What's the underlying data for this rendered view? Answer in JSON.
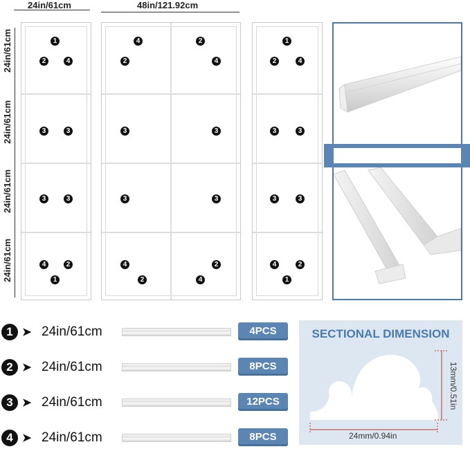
{
  "dimensions": {
    "top_left_width": "24in/61cm",
    "top_middle_width": "48in/121.92cm",
    "side_heights": [
      "24in/61cm",
      "24in/61cm",
      "24in/61cm",
      "24in/61cm"
    ]
  },
  "markers": {
    "one": "1",
    "two": "2",
    "three": "3",
    "four": "4"
  },
  "legend": [
    {
      "num": "1",
      "length": "24in/61cm",
      "qty": "4PCS"
    },
    {
      "num": "2",
      "length": "24in/61cm",
      "qty": "8PCS"
    },
    {
      "num": "3",
      "length": "24in/61cm",
      "qty": "12PCS"
    },
    {
      "num": "4",
      "length": "24in/61cm",
      "qty": "8PCS"
    }
  ],
  "section": {
    "title": "SECTIONAL DIMENSION",
    "height_label": "13mm/0.51in",
    "width_label": "24mm/0.94in"
  },
  "colors": {
    "accent": "#5b86b3",
    "panel_bg": "#dce7f1",
    "frame_border": "#4f77a3"
  }
}
